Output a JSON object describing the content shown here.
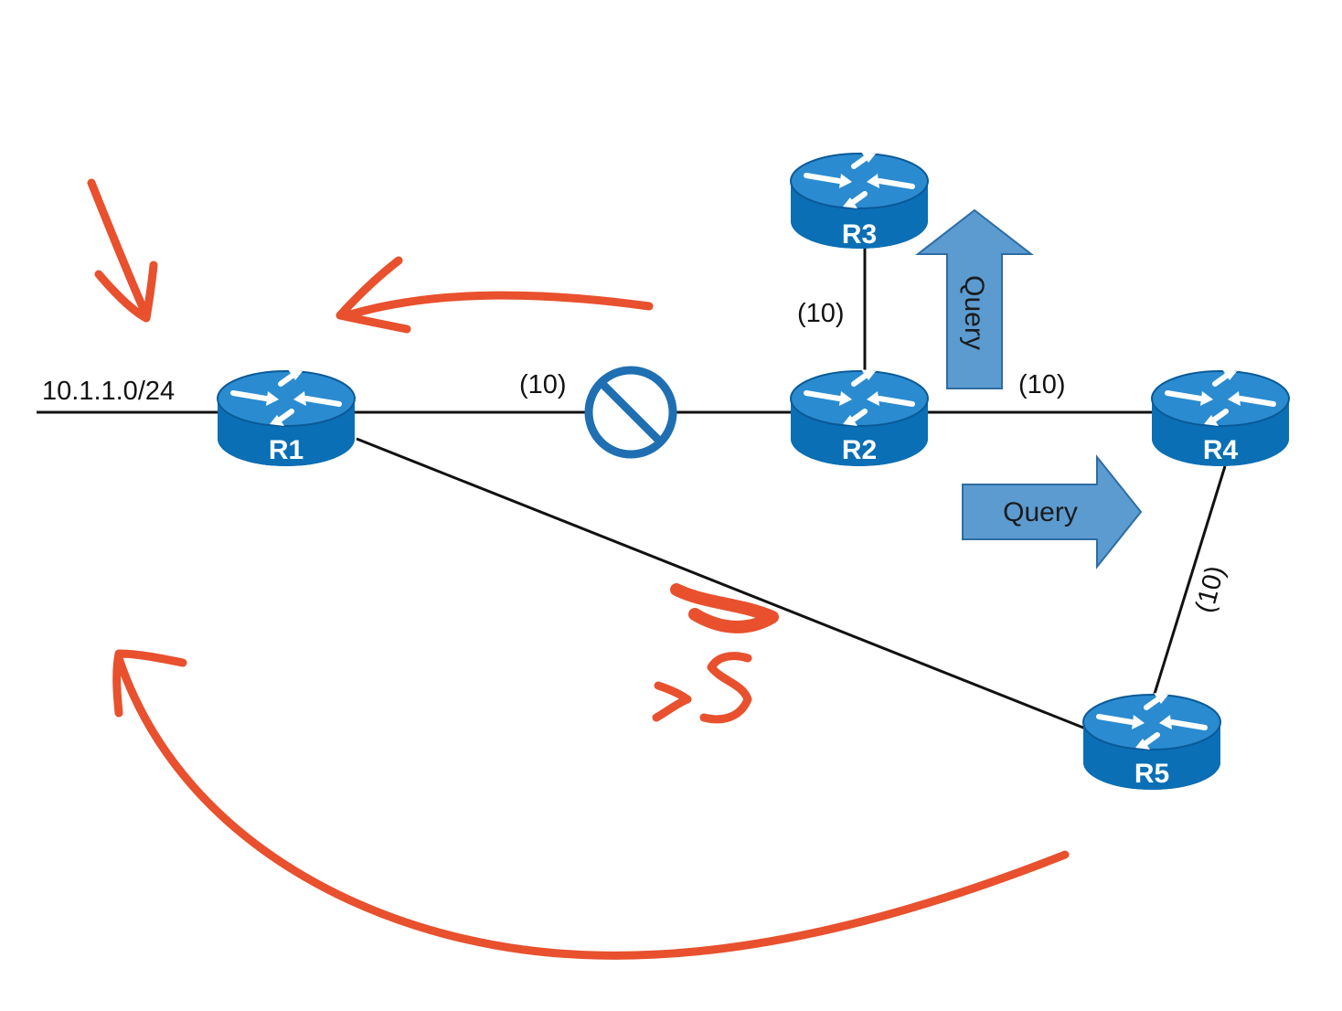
{
  "network_label": "10.1.1.0/24",
  "routers": {
    "r1": "R1",
    "r2": "R2",
    "r3": "R3",
    "r4": "R4",
    "r5": "R5"
  },
  "link_costs": {
    "r1_r2": "(10)",
    "r2_r3": "(10)",
    "r2_r4": "(10)",
    "r4_r5": "(10)"
  },
  "query_arrows": {
    "up": "Query",
    "right": "Query"
  },
  "annotations": {
    "handwritten_note": ">5"
  },
  "colors": {
    "router_blue": "#0a6fb5",
    "router_dark": "#0a4f86",
    "query_arrow_fill": "#5b9bd0",
    "query_arrow_stroke": "#2d6da3",
    "blocked_icon": "#1f6fb2",
    "annotation_red": "#e8502e",
    "link": "#111111"
  }
}
